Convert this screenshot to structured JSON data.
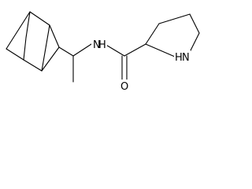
{
  "molecule": {
    "atom_labels": {
      "amide_nitrogen": "N",
      "amide_hydrogen": "H",
      "carbonyl_oxygen": "O",
      "ring_nitrogen": "N",
      "ring_hydrogen": "H"
    },
    "colors": {
      "bond": "#000000",
      "label": "#000000",
      "background": "#ffffff"
    }
  }
}
